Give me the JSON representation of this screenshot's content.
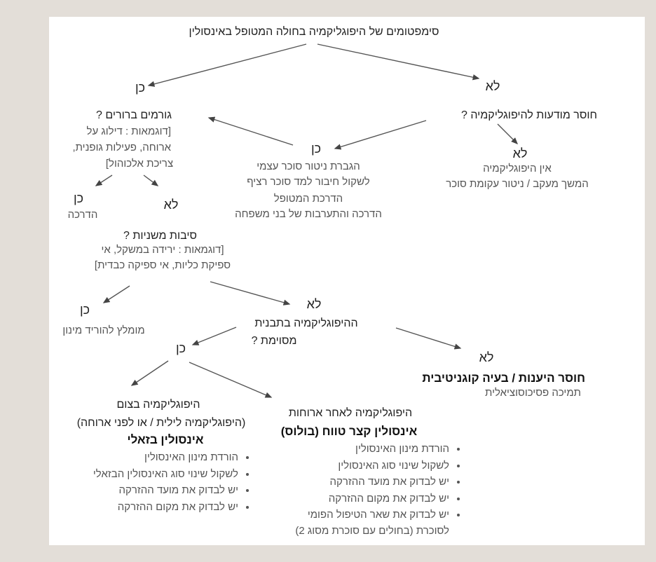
{
  "title": "סימפטומים של היפוגליקמיה בחולה המטופל באינסולין",
  "yes": "כן",
  "no": "לא",
  "awareness": {
    "question": "חוסר מודעות להיפוגליקמיה ?",
    "no_lines": [
      "אין היפוגליקמיה",
      "המשך מעקב / ניטור עקומת סוכר"
    ],
    "yes_lines": [
      "הגברת ניטור סוכר עצמי",
      "לשקול חיבור למד סוכר רציף",
      "הדרכת המטופל",
      "הדרכה והתערבות של בני משפחה"
    ]
  },
  "clear_factors": {
    "question": "גורמים ברורים ?",
    "examples": [
      "[דוגמאות : דילוג על",
      "ארוחה, פעילות גופנית,",
      "צריכת אלכוהול]"
    ],
    "yes_action": "הדרכה"
  },
  "secondary": {
    "question": "סיבות משניות ?",
    "examples": [
      "[דוגמאות : ירידה במשקל, אי",
      "ספיקת כליות, אי ספיקה כבדית]"
    ],
    "yes_action": "מומלץ להוריד מינון"
  },
  "pattern": {
    "question": [
      "ההיפוגליקמיה בתבנית",
      "מסוימת ?"
    ],
    "no_title": "חוסר  היענות / בעיה קוגניטיבית",
    "no_action": "תמיכה פסיכוסוציאלית"
  },
  "fasting": {
    "title": "היפוגליקמיה בצום",
    "subtitle": "(היפוגליקמיה לילית / או לפני ארוחה)",
    "insulin": "אינסולין בזאלי",
    "bullets": [
      "הורדת מינון האינסולין",
      "לשקול שינוי סוג האינסולין הבזאלי",
      "יש לבדוק את מועד ההזרקה",
      "יש לבדוק את מקום ההזרקה"
    ]
  },
  "postmeal": {
    "title": "היפוגליקמיה לאחר ארוחות",
    "insulin": "אינסולין קצר טווח (בולוס)",
    "bullets": [
      "הורדת מינון האינסולין",
      "לשקול שינוי סוג האינסולין",
      "יש לבדוק את מועד ההזרקה",
      "יש לבדוק את מקום ההזרקה",
      "יש לבדוק את שאר הטיפול הפומי"
    ],
    "last_line": "לסוכרת (בחולים עם סוכרת מסוג 2)"
  }
}
